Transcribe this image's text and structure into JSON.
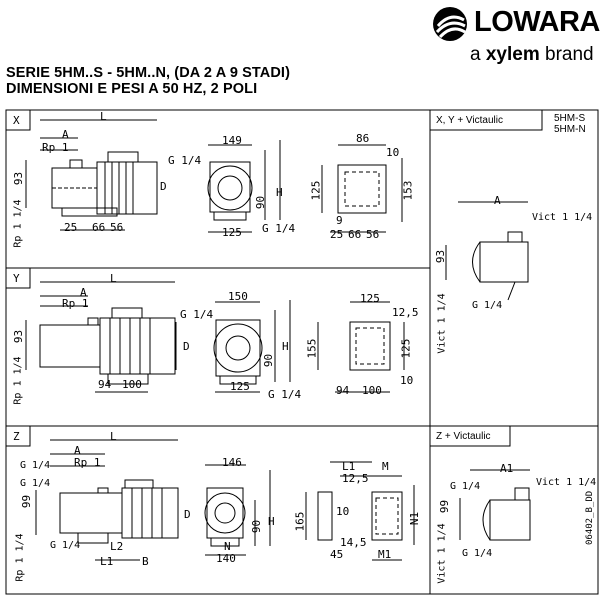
{
  "logo": {
    "brand": "LOWARA",
    "tagline_prefix": "a ",
    "tagline_brand": "xylem",
    "tagline_suffix": " brand"
  },
  "title": {
    "line1": "SERIE 5HM..S - 5HM..N, (DA 2 A 9 STADI)",
    "line2": "DIMENSIONI E PESI A 50 HZ, 2 POLI"
  },
  "panels": {
    "x": {
      "label": "X"
    },
    "y": {
      "label": "Y"
    },
    "z": {
      "label": "Z"
    },
    "xyv": {
      "label": "X, Y + Victaulic",
      "models": [
        "5HM-S",
        "5HM-N"
      ]
    },
    "zv": {
      "label": "Z + Victaulic"
    }
  },
  "dims_x": [
    "L",
    "A",
    "Rp 1",
    "93",
    "D",
    "Rp 1 1/4",
    "25",
    "66",
    "56",
    "149",
    "G 1/4",
    "90",
    "H",
    "125",
    "G 1/4",
    "86",
    "10",
    "125",
    "153",
    "9",
    "25",
    "66",
    "56"
  ],
  "dims_y": [
    "L",
    "A",
    "Rp 1",
    "93",
    "D",
    "Rp 1 1/4",
    "94",
    "100",
    "150",
    "G 1/4",
    "90",
    "H",
    "125",
    "G 1/4",
    "125",
    "12,5",
    "155",
    "125",
    "10",
    "94",
    "100"
  ],
  "dims_z": [
    "L",
    "A",
    "Rp 1",
    "G 1/4",
    "99",
    "G 1/4",
    "G 1/4",
    "Rp 1 1/4",
    "L2",
    "L1",
    "B",
    "146",
    "D",
    "90",
    "H",
    "N",
    "140",
    "L1",
    "M",
    "12,5",
    "165",
    "10",
    "N1",
    "45",
    "14,5",
    "M1"
  ],
  "dims_xyv": [
    "A",
    "Vict 1 1/4",
    "93",
    "G 1/4",
    "Vict 1 1/4"
  ],
  "dims_zv": [
    "A1",
    "Vict 1 1/4",
    "G 1/4",
    "99",
    "G 1/4",
    "Vict 1 1/4"
  ],
  "drawing_code": "06402_B_DD"
}
